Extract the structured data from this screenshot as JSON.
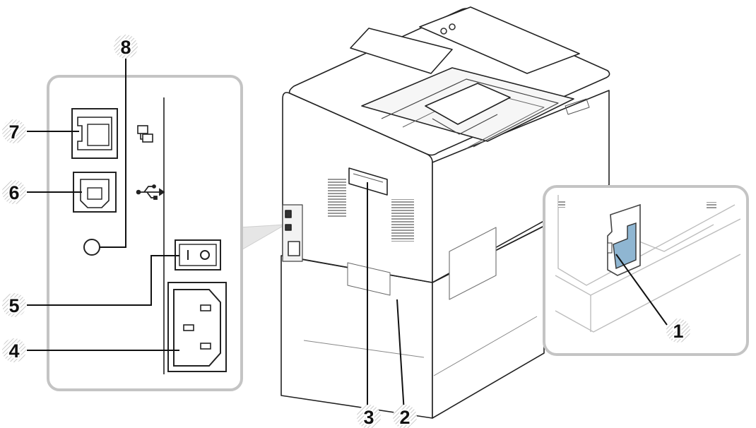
{
  "callouts": {
    "c1": "1",
    "c2": "2",
    "c3": "3",
    "c4": "4",
    "c5": "5",
    "c6": "6",
    "c7": "7",
    "c8": "8"
  },
  "icons": {
    "network": "network-icon",
    "usb": "usb-icon"
  },
  "colors": {
    "line": "#111111",
    "body": "#ffffff",
    "inset_border": "#c8c8c8",
    "inset_fill": "#e4e4e4",
    "highlight": "#8fb6d2"
  }
}
